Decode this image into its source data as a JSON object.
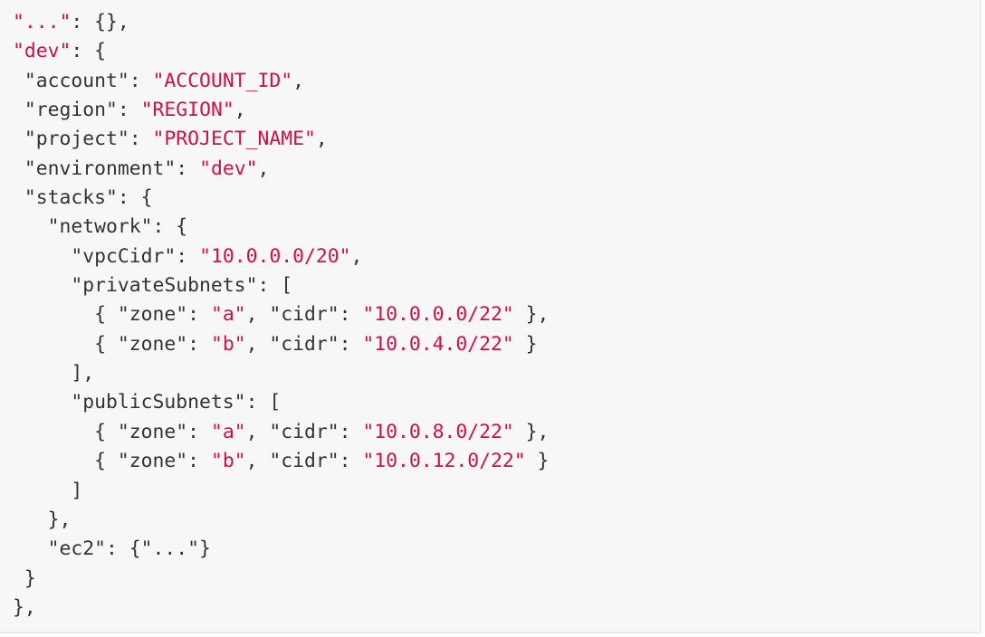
{
  "colors": {
    "text": "#333333",
    "string": "#d21048",
    "background": "#f7f7f7"
  },
  "code_lines": [
    [
      [
        "s",
        "\"...\""
      ],
      [
        "k",
        ": {},"
      ]
    ],
    [
      [
        "s",
        "\"dev\""
      ],
      [
        "k",
        ": {"
      ]
    ],
    [
      [
        "k",
        " \"account\": "
      ],
      [
        "s",
        "\"ACCOUNT_ID\""
      ],
      [
        "k",
        ","
      ]
    ],
    [
      [
        "k",
        " \"region\": "
      ],
      [
        "s",
        "\"REGION\""
      ],
      [
        "k",
        ","
      ]
    ],
    [
      [
        "k",
        " \"project\": "
      ],
      [
        "s",
        "\"PROJECT_NAME\""
      ],
      [
        "k",
        ","
      ]
    ],
    [
      [
        "k",
        " \"environment\": "
      ],
      [
        "s",
        "\"dev\""
      ],
      [
        "k",
        ","
      ]
    ],
    [
      [
        "k",
        " \"stacks\": {"
      ]
    ],
    [
      [
        "k",
        "   \"network\": {"
      ]
    ],
    [
      [
        "k",
        "     \"vpcCidr\": "
      ],
      [
        "s",
        "\"10.0.0.0/20\""
      ],
      [
        "k",
        ","
      ]
    ],
    [
      [
        "k",
        "     \"privateSubnets\": ["
      ]
    ],
    [
      [
        "k",
        "       { \"zone\": "
      ],
      [
        "s",
        "\"a\""
      ],
      [
        "k",
        ", \"cidr\": "
      ],
      [
        "s",
        "\"10.0.0.0/22\""
      ],
      [
        "k",
        " },"
      ]
    ],
    [
      [
        "k",
        "       { \"zone\": "
      ],
      [
        "s",
        "\"b\""
      ],
      [
        "k",
        ", \"cidr\": "
      ],
      [
        "s",
        "\"10.0.4.0/22\""
      ],
      [
        "k",
        " }"
      ]
    ],
    [
      [
        "k",
        "     ],"
      ]
    ],
    [
      [
        "k",
        "     \"publicSubnets\": ["
      ]
    ],
    [
      [
        "k",
        "       { \"zone\": "
      ],
      [
        "s",
        "\"a\""
      ],
      [
        "k",
        ", \"cidr\": "
      ],
      [
        "s",
        "\"10.0.8.0/22\""
      ],
      [
        "k",
        " },"
      ]
    ],
    [
      [
        "k",
        "       { \"zone\": "
      ],
      [
        "s",
        "\"b\""
      ],
      [
        "k",
        ", \"cidr\": "
      ],
      [
        "s",
        "\"10.0.12.0/22\""
      ],
      [
        "k",
        " }"
      ]
    ],
    [
      [
        "k",
        "     ]"
      ]
    ],
    [
      [
        "k",
        "   },"
      ]
    ],
    [
      [
        "k",
        "   \"ec2\": {\"...\"}"
      ]
    ],
    [
      [
        "k",
        " }"
      ]
    ],
    [
      [
        "k",
        "},"
      ]
    ]
  ]
}
